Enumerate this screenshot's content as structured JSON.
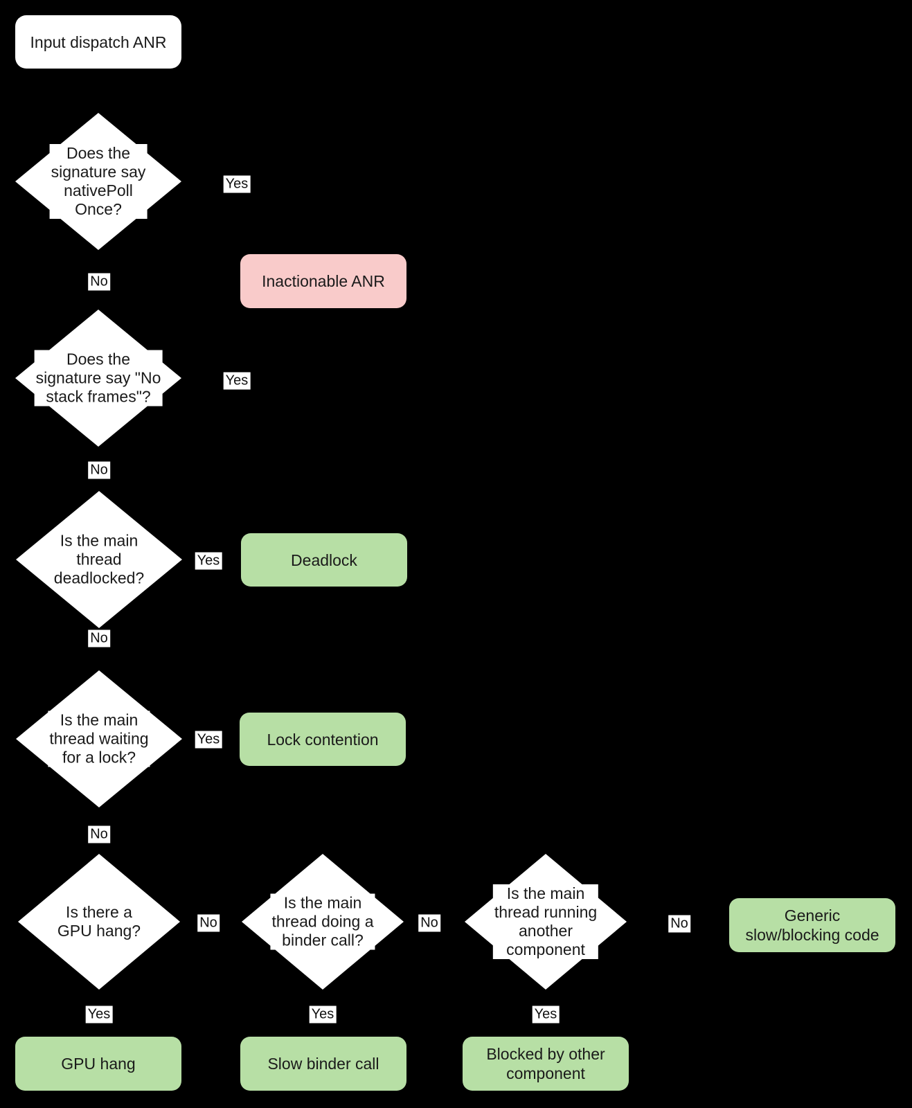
{
  "colors": {
    "background": "#000000",
    "decision_fill": "#ffffff",
    "outcome_positive": "#b7dfa5",
    "outcome_negative": "#f9cbca",
    "text": "#1a1a1a"
  },
  "labels": {
    "yes": "Yes",
    "no": "No"
  },
  "nodes": {
    "start": "Input dispatch ANR",
    "q_native_poll": "Does the\nsignature say\nnativePoll\nOnce?",
    "q_no_stack_frames": "Does the\nsignature say \"No\nstack frames\"?",
    "q_deadlocked": "Is the main\nthread\ndeadlocked?",
    "q_lock_wait": "Is the main\nthread waiting\nfor a lock?",
    "q_gpu_hang": "Is there a\nGPU hang?",
    "q_binder_call": "Is the main\nthread doing a\nbinder call?",
    "q_other_component": "Is the main\nthread running\nanother\ncomponent",
    "o_inactionable": "Inactionable ANR",
    "o_deadlock": "Deadlock",
    "o_lock_contention": "Lock contention",
    "o_gpu_hang": "GPU hang",
    "o_slow_binder": "Slow binder call",
    "o_blocked_other": "Blocked by other\ncomponent",
    "o_generic": "Generic\nslow/blocking code"
  }
}
